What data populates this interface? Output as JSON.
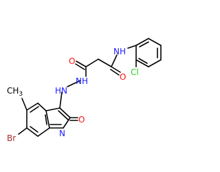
{
  "atoms": {
    "nh_amide": {
      "text": "NH",
      "color": "#1a1aff"
    },
    "o_amide": {
      "text": "O",
      "color": "#ff0d0d"
    },
    "cl": {
      "text": "Cl",
      "color": "#1fd01f"
    },
    "o_hydrazide": {
      "text": "O",
      "color": "#ff0d0d"
    },
    "nh_hydrazide": {
      "text": "NH",
      "color": "#1a1aff"
    },
    "hn_hydrazide": {
      "text": "HN",
      "color": "#1a1aff"
    },
    "methyl": {
      "text": "CH3",
      "color": "#000000"
    },
    "br": {
      "text": "Br",
      "color": "#a62929"
    },
    "n_ring": {
      "text": "N",
      "color": "#1a1aff"
    },
    "o_ring": {
      "text": "O",
      "color": "#ff0d0d"
    }
  },
  "colors": {
    "bond": "#000000",
    "background": "#ffffff"
  }
}
